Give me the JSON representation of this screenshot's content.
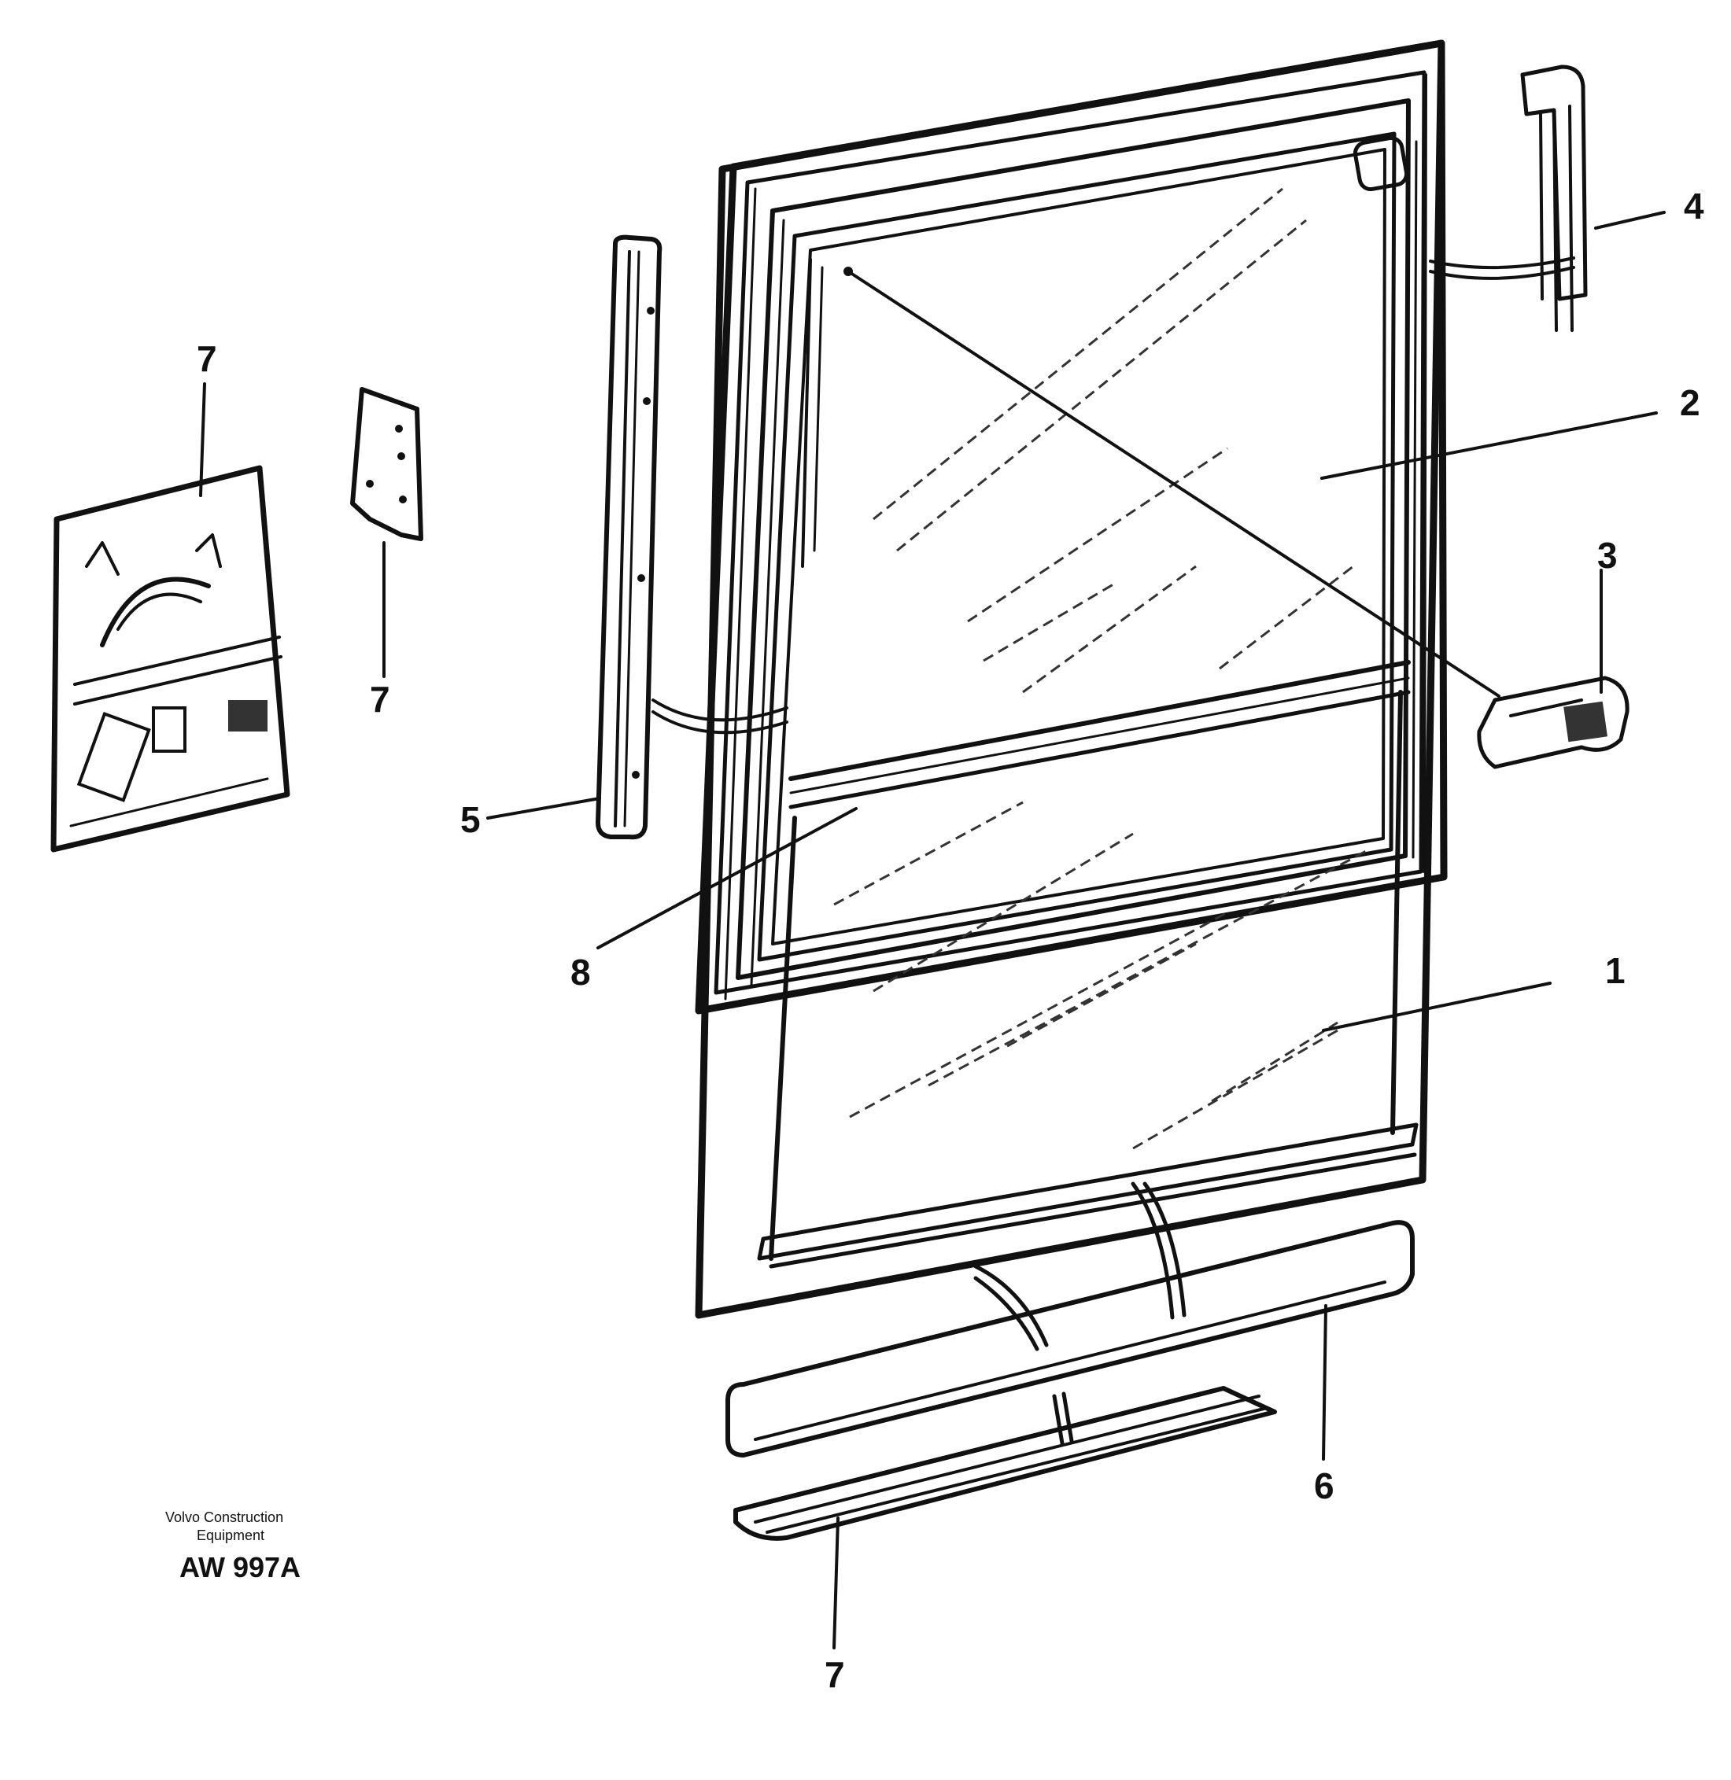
{
  "callouts": {
    "c1": "1",
    "c2": "2",
    "c3": "3",
    "c4": "4",
    "c5": "5",
    "c6": "6",
    "c7a": "7",
    "c7b": "7",
    "c7c": "7",
    "c8": "8"
  },
  "stamp": {
    "line1": "Volvo Construction",
    "line2": "Equipment",
    "code": "AW 997A"
  }
}
